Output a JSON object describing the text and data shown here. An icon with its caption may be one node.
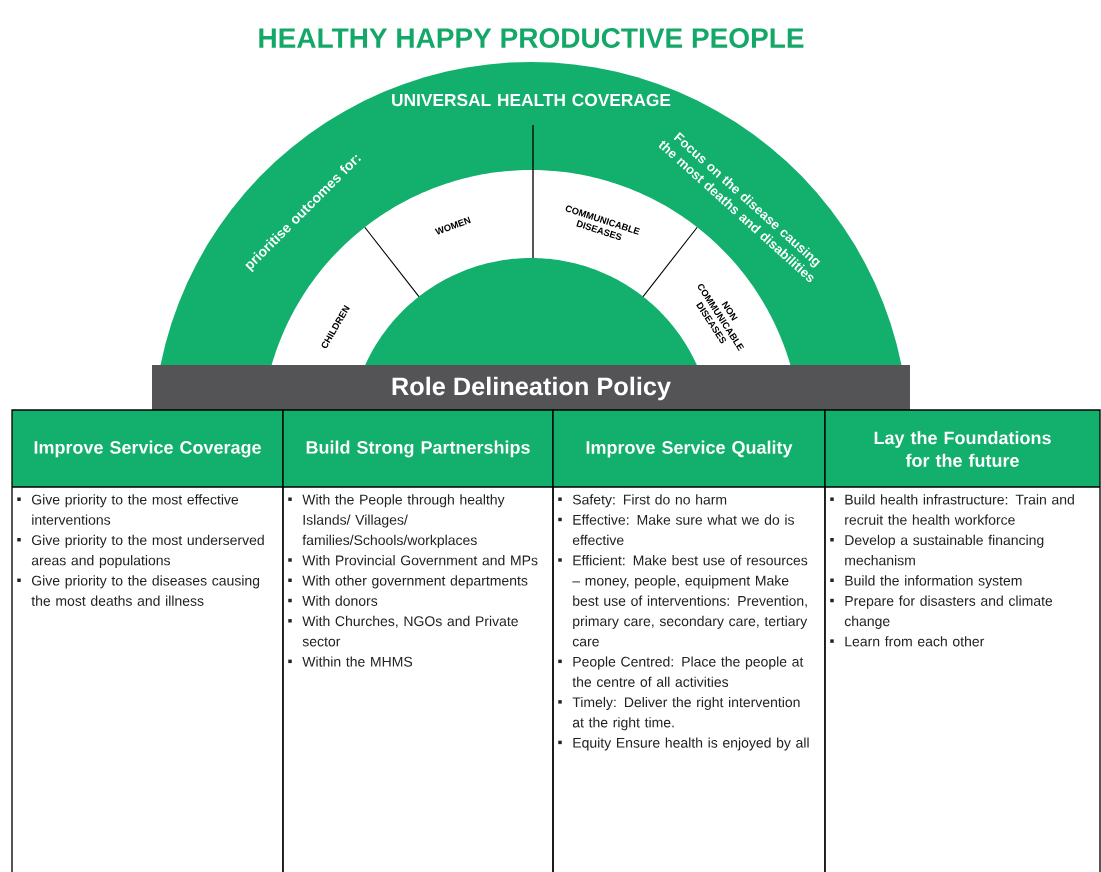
{
  "diagram": {
    "title": "HEALTHY HAPPY PRODUCTIVE PEOPLE",
    "nodes": [
      {
        "text": [
          "UNIVERSAL HEALTH COVERAGE",
          "prioritise outcomes for:",
          "Focus on the disease causing the most deaths and disabilities"
        ]
      },
      {
        "text": [
          "CHILDREN"
        ],
        "in": 0
      },
      {
        "text": [
          "WOMEN"
        ],
        "in": 0
      },
      {
        "text": [
          "COMMUNICABLE DISEASES"
        ],
        "in": 0
      },
      {
        "text": [
          "NON COMMUNICABLE DISEASES"
        ],
        "in": 0
      },
      {
        "text": [
          "Role Delineation Policy"
        ]
      },
      {
        "text": [
          "Improve Service Coverage",
          "Give priority to the most effective interventions",
          "Give priority to the most underserved areas and populations",
          "Give priority to the diseases causing the most deaths and illness"
        ]
      },
      {
        "text": [
          "Build Strong Partnerships",
          "With the People through healthy Islands/ Villages/ families/Schools/workplaces",
          "With Provincial Government and MPs",
          "With other government departments",
          "With donors",
          "With Churches, NGOs and Private sector",
          "Within the MHMS"
        ]
      },
      {
        "text": [
          "Improve Service Quality",
          "Safety: First do no harm",
          "Effective: Make sure what we do is effective",
          "Efficient: Make best use of resources – money, people, equipment Make best use of interventions: Prevention, primary care, secondary care, tertiary care",
          "People Centred: Place the people at the centre of all activities",
          "Timely: Deliver the right intervention at the right time.",
          "Equity Ensure health is enjoyed by all"
        ]
      },
      {
        "text": [
          "Lay the Foundations for the future",
          "Build health infrastructure: Train and recruit the health workforce",
          "Develop a sustainable financing mechanism",
          "Build the information system",
          "Prepare for disasters and climate change",
          "Learn from each other"
        ]
      }
    ]
  }
}
